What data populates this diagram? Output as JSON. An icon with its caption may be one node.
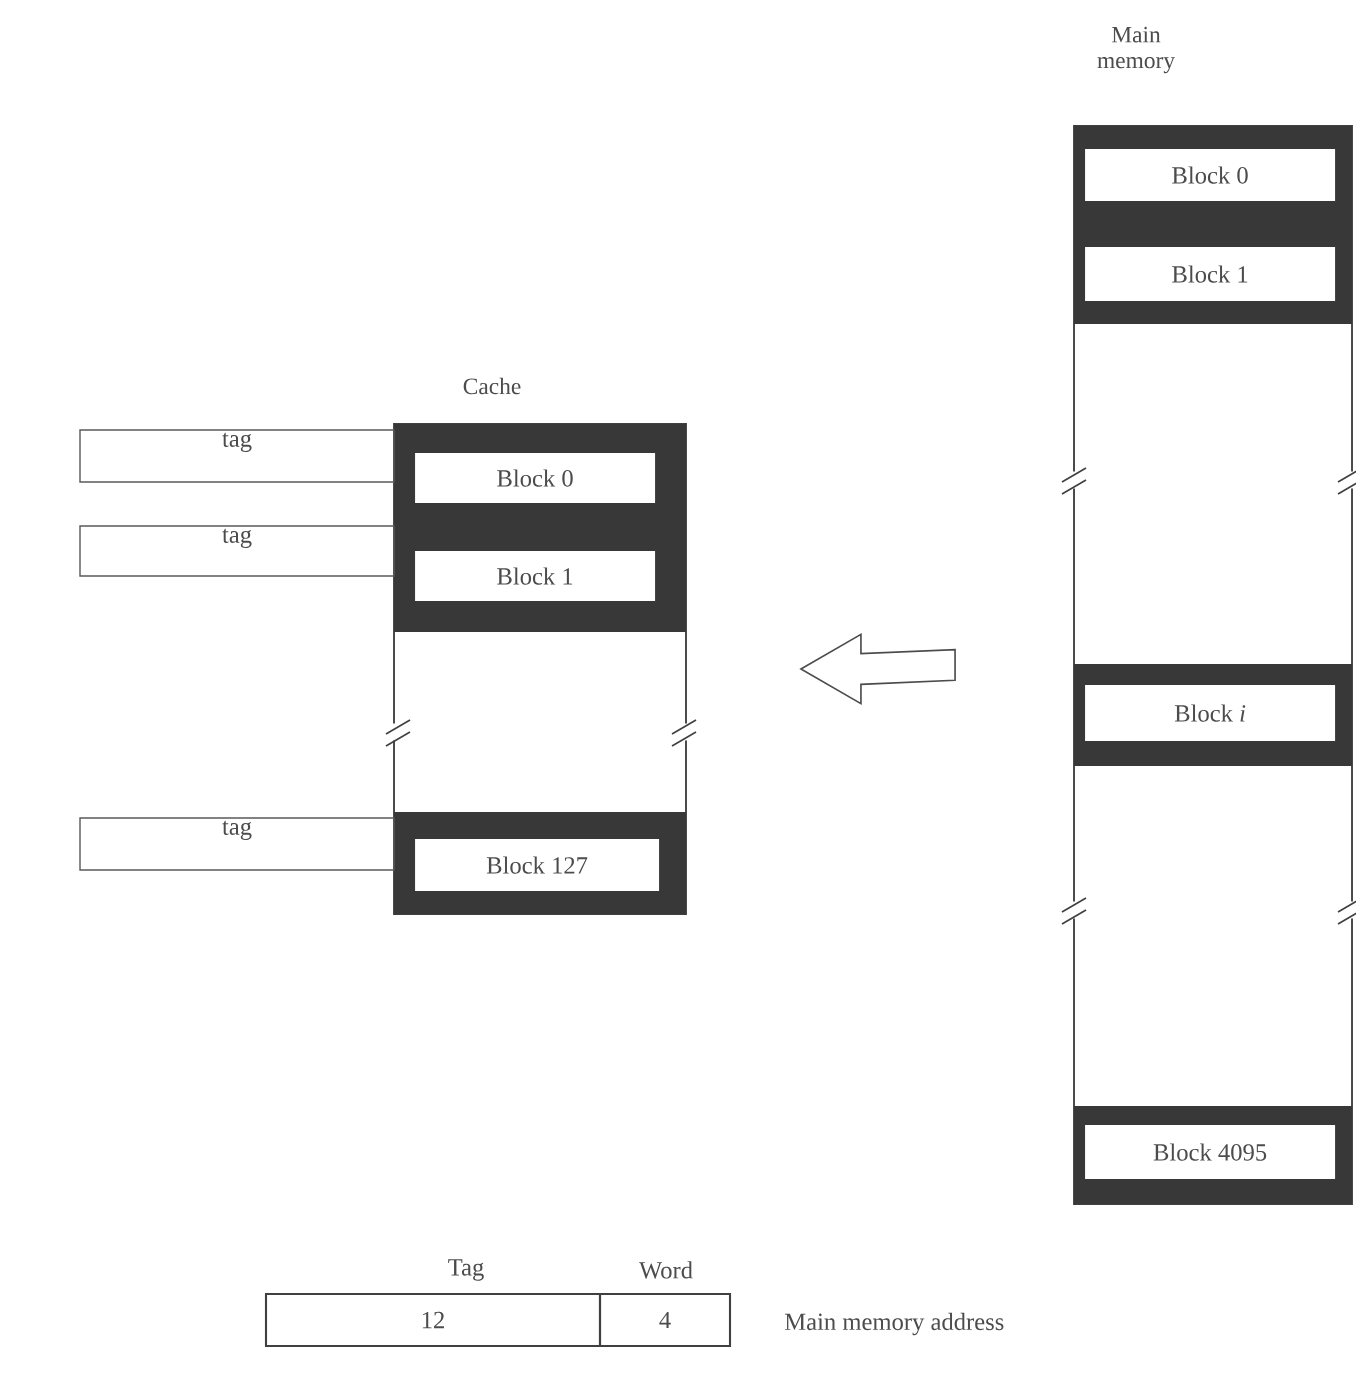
{
  "diagram": {
    "nodes": [
      {
        "text": [
          "Cache"
        ]
      },
      {
        "text": [
          "Block 0"
        ],
        "in": 0
      },
      {
        "text": [
          "Block 1"
        ],
        "in": 0
      },
      {
        "text": [
          "Block 127"
        ],
        "in": 0
      },
      {
        "text": [
          "tag"
        ]
      },
      {
        "text": [
          "tag"
        ]
      },
      {
        "text": [
          "tag"
        ]
      },
      {
        "text": [
          "Main memory"
        ]
      },
      {
        "text": [
          "Block 0"
        ],
        "in": 7
      },
      {
        "text": [
          "Block 1"
        ],
        "in": 7
      },
      {
        "text": [
          "Block *i*"
        ],
        "in": 7
      },
      {
        "text": [
          "Block 4095"
        ],
        "in": 7
      },
      {
        "text": [
          "Tag",
          "12"
        ]
      },
      {
        "text": [
          "Word",
          "4"
        ]
      }
    ],
    "edges": [
      {
        "from": 7,
        "to": 0,
        "arrow": "to"
      }
    ],
    "labels": [
      "Main memory address"
    ]
  }
}
